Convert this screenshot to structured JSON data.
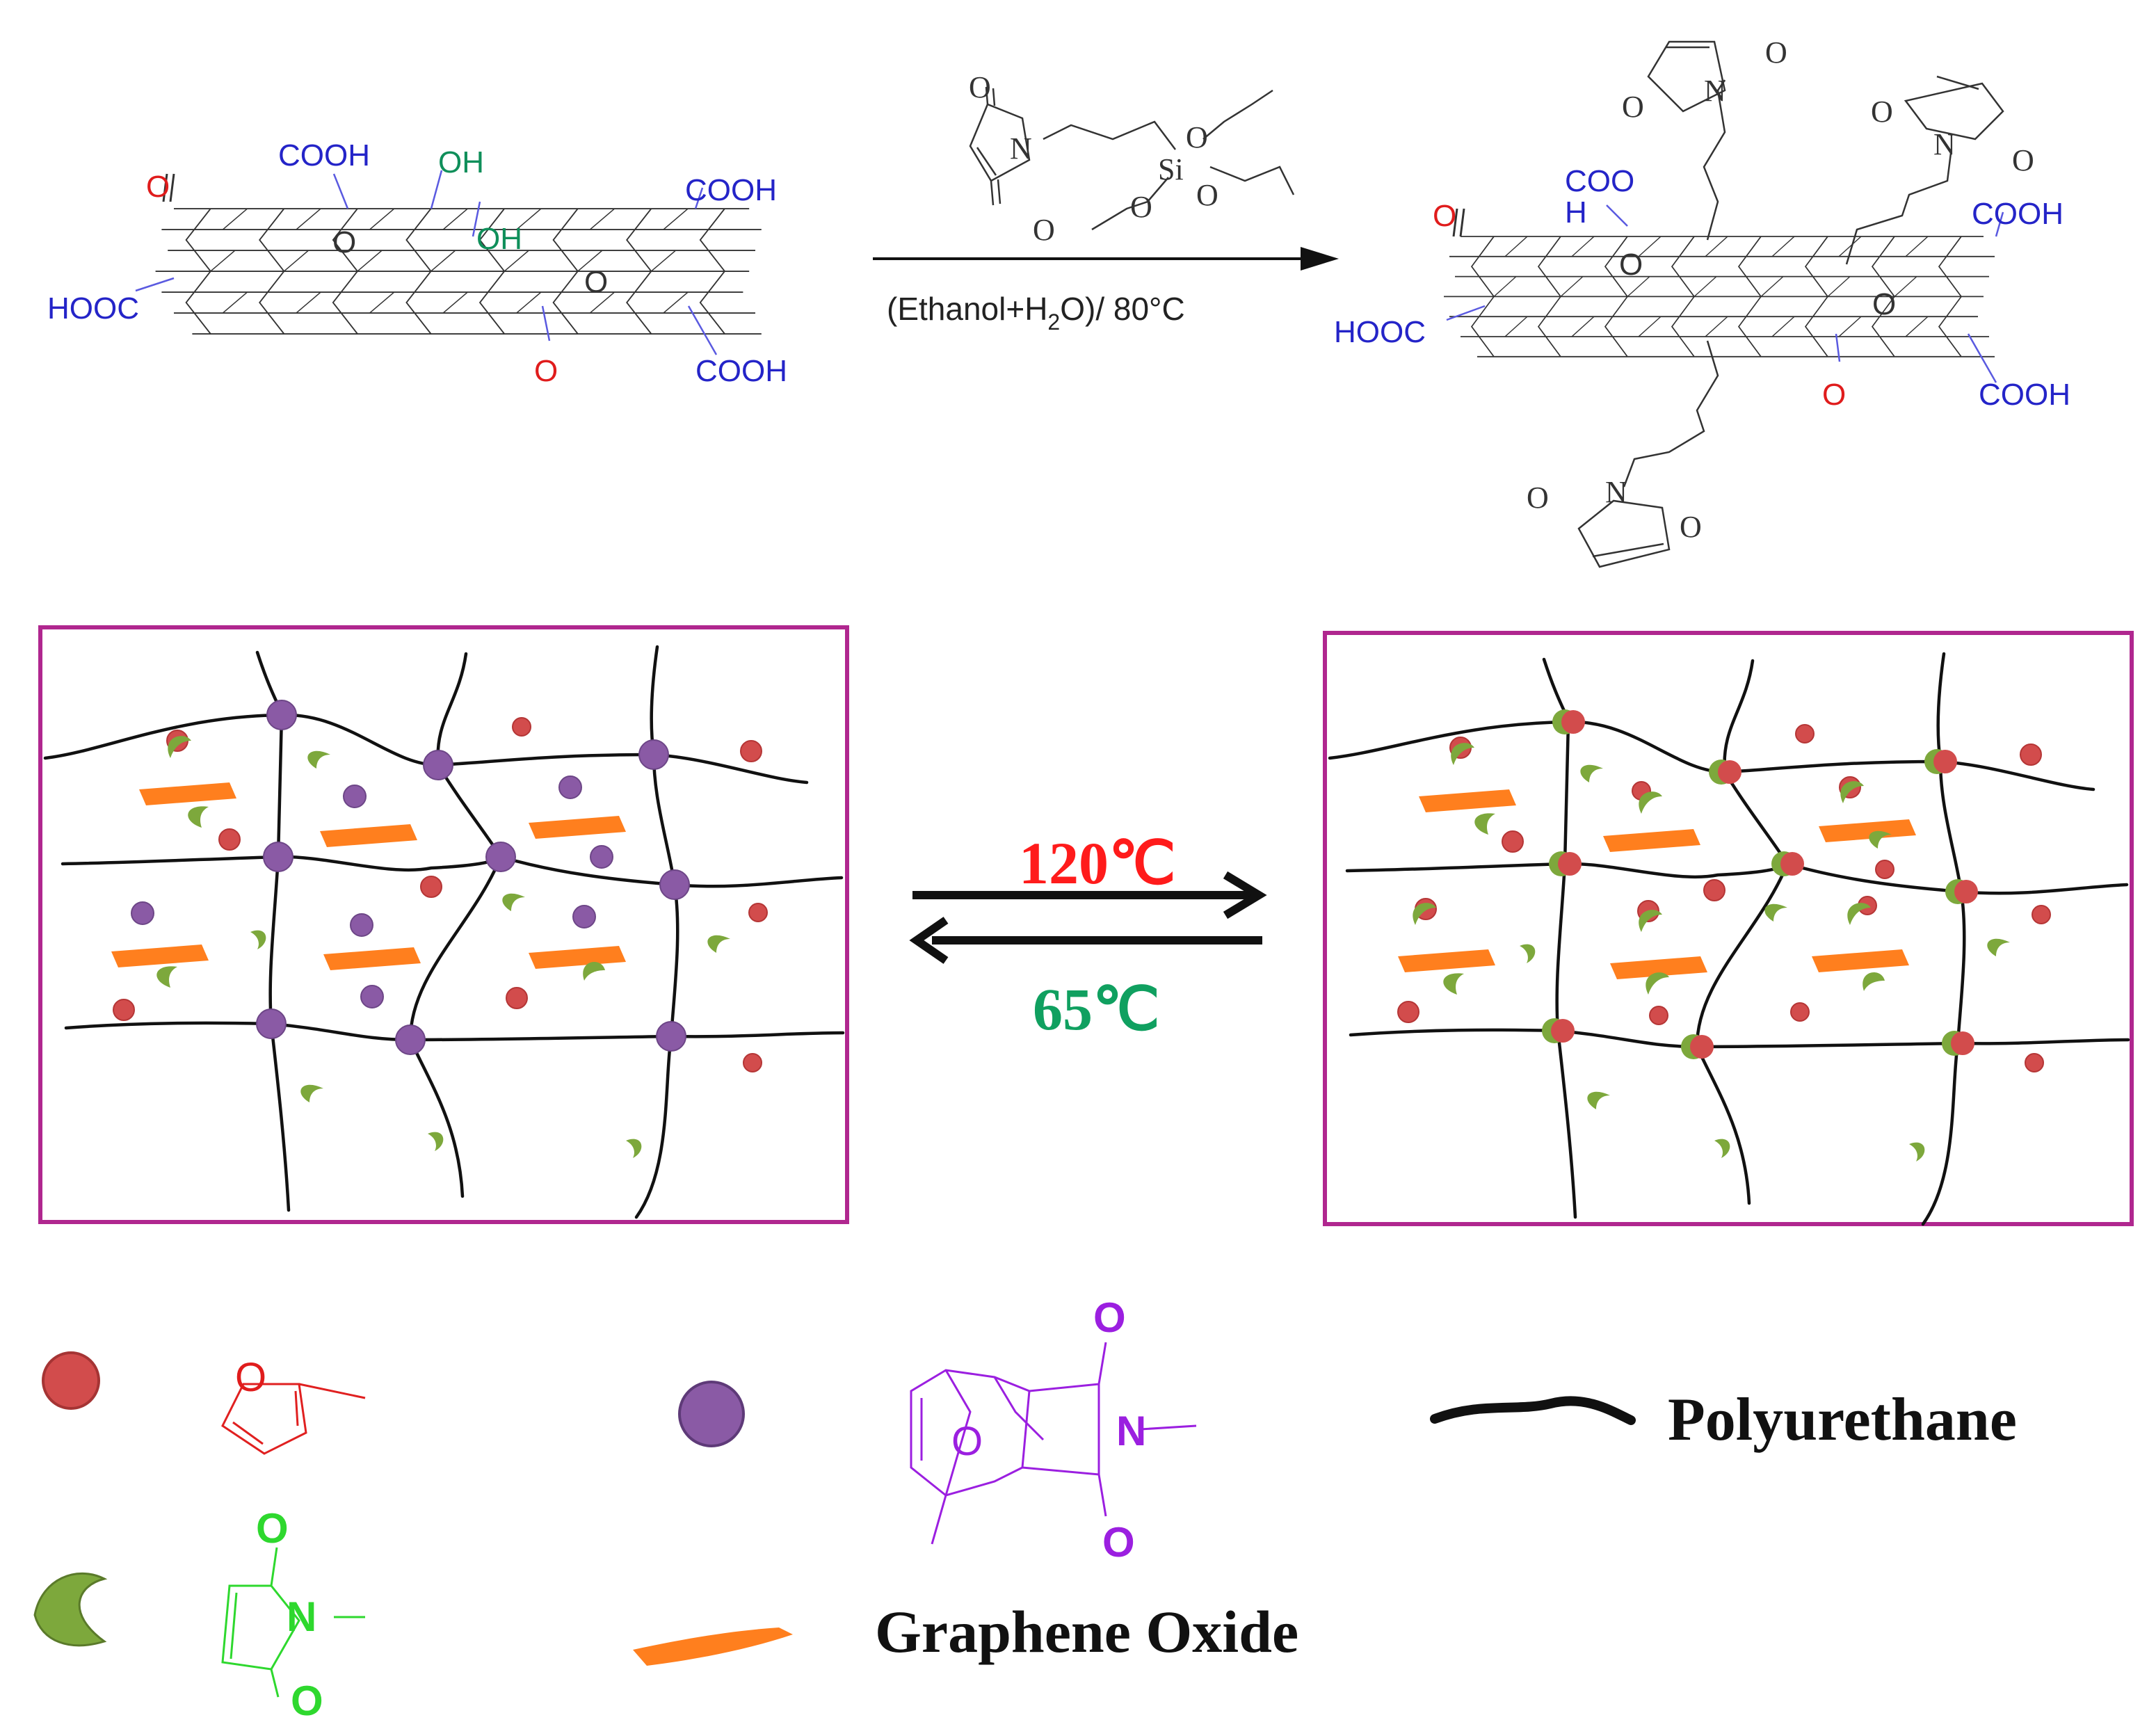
{
  "reaction": {
    "condition": "(Ethanol+H",
    "condition_sub": "2",
    "condition_tail": "O)/ 80°C",
    "reagent_atoms": {
      "o1": "O",
      "n": "N",
      "o2": "O",
      "si": "Si",
      "o3": "O",
      "o4": "O",
      "o5": "O"
    }
  },
  "go_left": {
    "cooh_top_left": "COOH",
    "oh_1": "OH",
    "oh_2": "OH",
    "cooh_top_right": "COOH",
    "o_ketone_left": "O",
    "o_epoxy_1": "O",
    "o_epoxy_2": "O",
    "hooc_left": "HOOC",
    "o_ketone_bottom": "O",
    "cooh_bottom_right": "COOH"
  },
  "go_right": {
    "coo": "COO",
    "h": "H",
    "o_ketone_left": "O",
    "o_epoxy_1": "O",
    "o_epoxy_2": "O",
    "hooc_left": "HOOC",
    "o_ketone_bottom": "O",
    "cooh_top_right": "COOH",
    "cooh_bottom_right": "COOH",
    "maleimide_top": {
      "o1": "O",
      "n": "N",
      "o2": "O"
    },
    "maleimide_right": {
      "o1": "O",
      "n": "N",
      "o2": "O"
    },
    "maleimide_bottom": {
      "o1": "O",
      "n": "N",
      "o2": "O"
    }
  },
  "equilibrium": {
    "forward_temp": "120℃",
    "reverse_temp": "65℃"
  },
  "legend": {
    "furan_o": "O",
    "adduct": {
      "o_top": "O",
      "n": "N",
      "o_bottom": "O",
      "o_bridge": "O"
    },
    "maleimide": {
      "o_top": "O",
      "n": "N",
      "o_bottom": "O"
    },
    "polyurethane": "Polyurethane",
    "graphene_oxide": "Graphene Oxide"
  },
  "colors": {
    "frame": "#b0278f",
    "furan": "#d24c4c",
    "adduct": "#8a5aa5",
    "maleimide": "#7da83c",
    "graphene": "#ff7f1e",
    "hot": "#ff1b1b",
    "cold": "#10a060",
    "carboxyl": "#2424c8",
    "hydroxyl": "#0f8f5a",
    "oxygen": "#e01c1c",
    "purple_text": "#9b1fe0",
    "green_text": "#2ed82e"
  },
  "icons": [
    "furan-dot-icon",
    "adduct-dot-icon",
    "maleimide-crescent-icon",
    "graphene-flake-icon",
    "polyurethane-chain-icon"
  ]
}
